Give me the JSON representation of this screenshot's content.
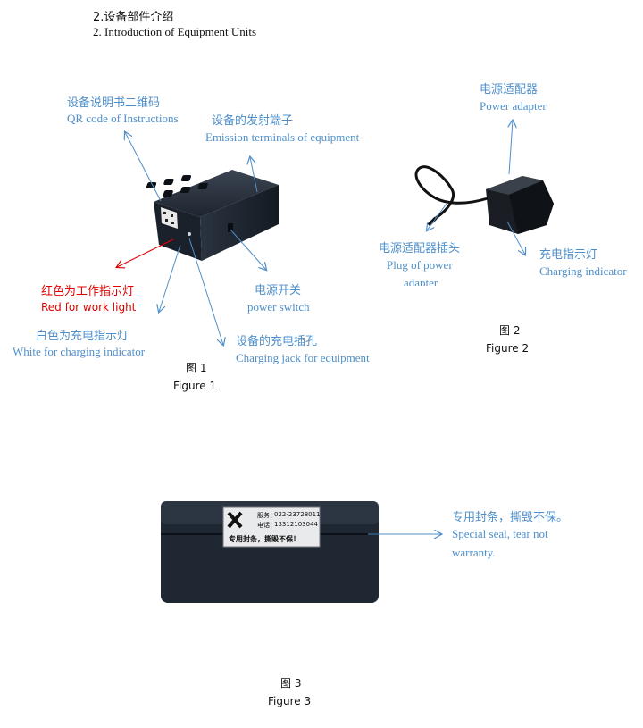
{
  "heading": {
    "cn": "2.设备部件介绍",
    "en": "2. Introduction of Equipment Units"
  },
  "figure1": {
    "qr_cn": "设备说明书二维码",
    "qr_en": "QR code of Instructions",
    "emit_cn": "设备的发射端子",
    "emit_en": "Emission terminals of equipment",
    "red_cn": "红色为工作指示灯",
    "red_en": "Red for work light",
    "white_cn": "白色为充电指示灯",
    "white_en": "White for charging indicator",
    "switch_cn": "电源开关",
    "switch_en": "power switch",
    "jack_cn": "设备的充电插孔",
    "jack_en": "Charging jack for equipment",
    "caption_cn": "图 1",
    "caption_en": "Figure 1"
  },
  "figure2": {
    "adapter_cn": "电源适配器",
    "adapter_en": "Power adapter",
    "plug_cn": "电源适配器插头",
    "plug_en_1": "Plug of power",
    "plug_en_2": "adapter",
    "charging_cn": "充电指示灯",
    "charging_en": "Charging indicator",
    "caption_cn": "图 2",
    "caption_en": "Figure 2"
  },
  "figure3": {
    "seal_cn": "专用封条，撕毁不保。",
    "seal_en_1": "Special seal, tear not",
    "seal_en_2": "warranty.",
    "sticker_service": "服务：",
    "sticker_phone_label": "电话：",
    "sticker_num1": "022-23728011",
    "sticker_num2": "13312103044",
    "sticker_bottom": "专用封条，撕毁不保！",
    "caption_cn": "图 3",
    "caption_en": "Figure 3"
  },
  "colors": {
    "label_blue": "#4f8fc9",
    "label_red": "#e00000",
    "device": "#1f2733"
  }
}
